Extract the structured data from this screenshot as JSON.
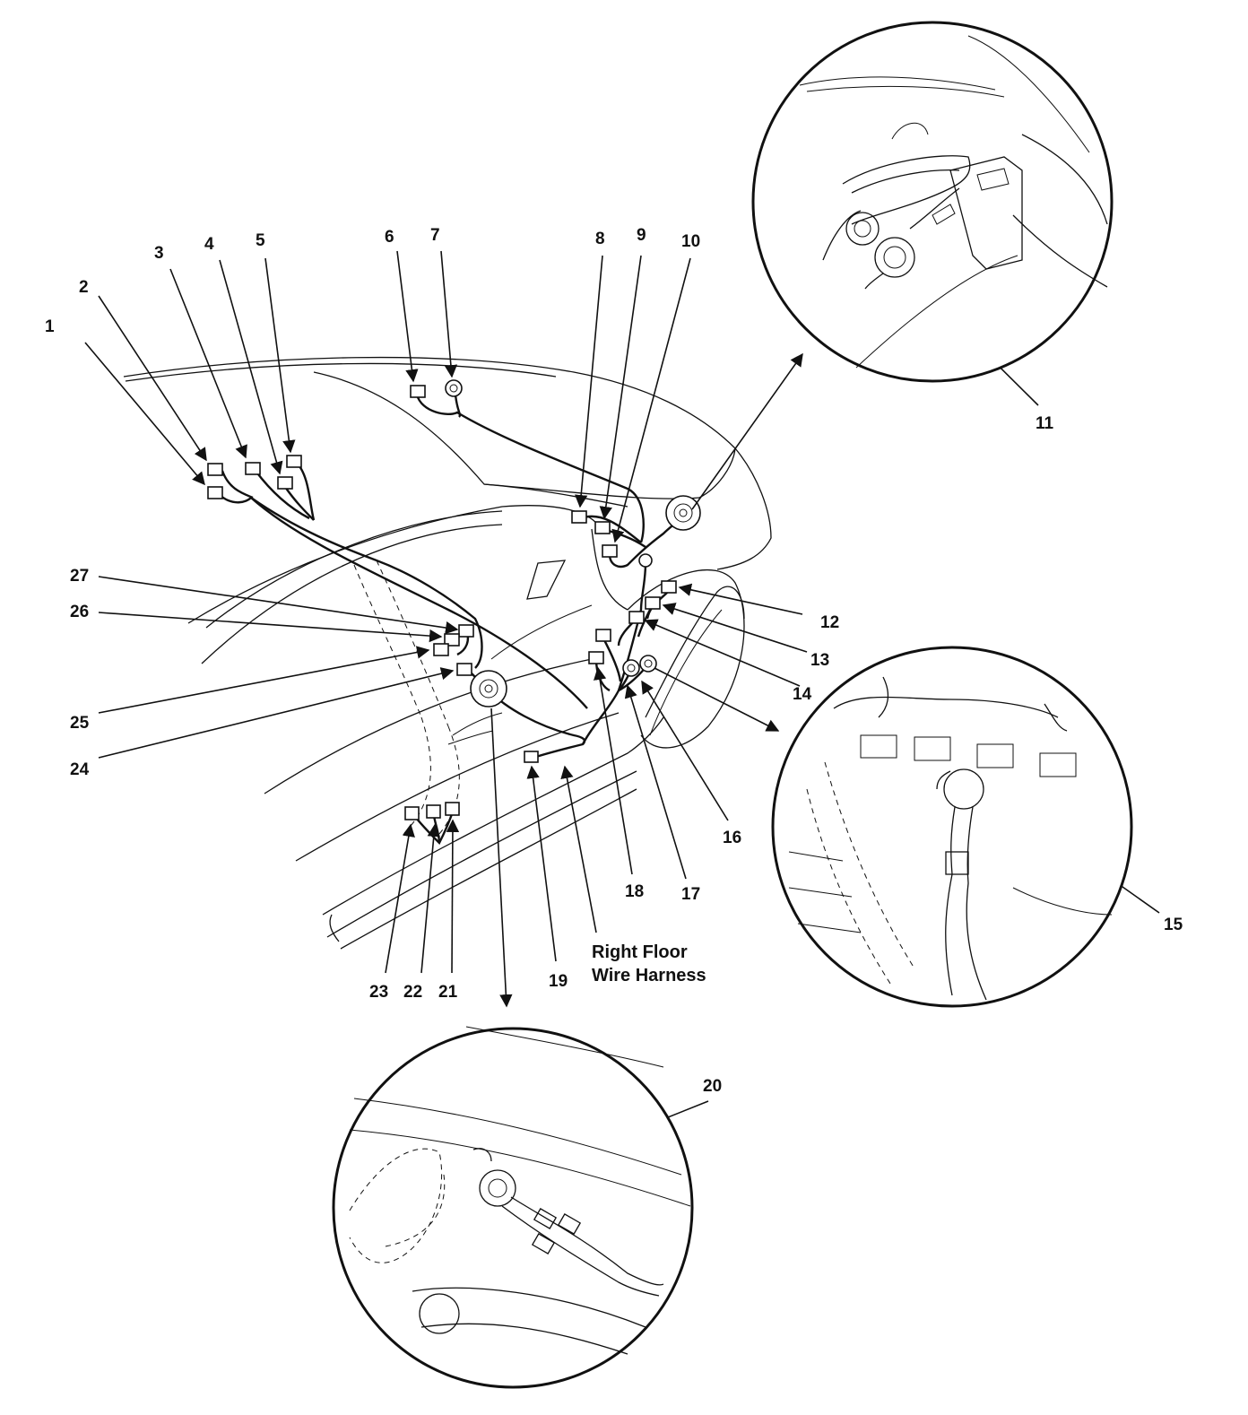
{
  "diagram": {
    "callouts": [
      "1",
      "2",
      "3",
      "4",
      "5",
      "6",
      "7",
      "8",
      "9",
      "10",
      "11",
      "12",
      "13",
      "14",
      "15",
      "16",
      "17",
      "18",
      "19",
      "20",
      "21",
      "22",
      "23",
      "24",
      "25",
      "26",
      "27"
    ],
    "harness_label": {
      "line1": "Right Floor",
      "line2": "Wire Harness"
    },
    "detail_views": [
      "ground-11-detail",
      "ground-15-detail",
      "ground-20-detail"
    ]
  }
}
